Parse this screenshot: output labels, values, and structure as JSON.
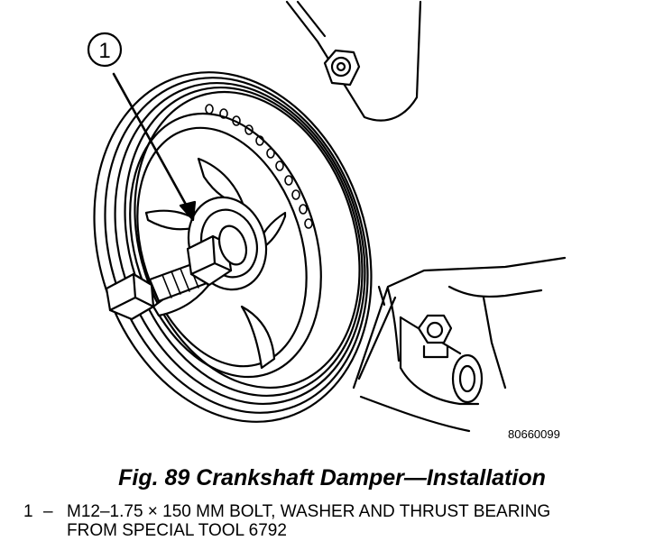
{
  "callout": {
    "number": "1"
  },
  "figure_code": "80660099",
  "caption": "Fig. 89 Crankshaft Damper—Installation",
  "legend": [
    {
      "number": "1",
      "dash": "–",
      "text": "M12–1.75 × 150 MM BOLT, WASHER AND THRUST BEARING FROM SPECIAL TOOL 6792"
    }
  ]
}
